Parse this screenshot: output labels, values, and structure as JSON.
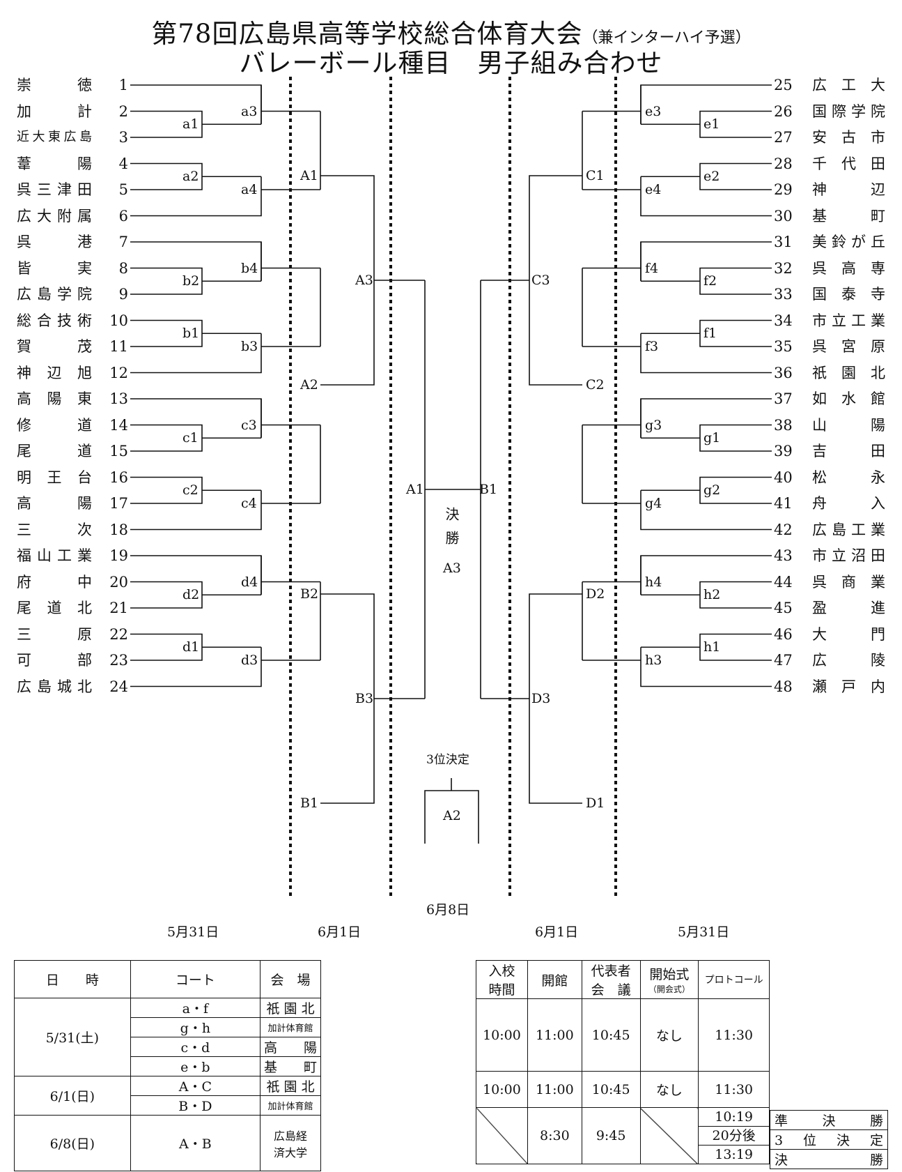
{
  "title": {
    "line1": "第78回広島県高等学校総合体育大会",
    "line1_note": "（兼インターハイ予選）",
    "line2": "バレーボール種目　男子組み合わせ"
  },
  "teams_left": [
    {
      "seed": "1",
      "name": "崇　　徳"
    },
    {
      "seed": "2",
      "name": "加　　計"
    },
    {
      "seed": "3",
      "name": "近大東広島"
    },
    {
      "seed": "4",
      "name": "葦　　陽"
    },
    {
      "seed": "5",
      "name": "呉三津田"
    },
    {
      "seed": "6",
      "name": "広大附属"
    },
    {
      "seed": "7",
      "name": "呉　　港"
    },
    {
      "seed": "8",
      "name": "皆　　実"
    },
    {
      "seed": "9",
      "name": "広島学院"
    },
    {
      "seed": "10",
      "name": "総合技術"
    },
    {
      "seed": "11",
      "name": "賀　　茂"
    },
    {
      "seed": "12",
      "name": "神 辺 旭"
    },
    {
      "seed": "13",
      "name": "高 陽 東"
    },
    {
      "seed": "14",
      "name": "修　　道"
    },
    {
      "seed": "15",
      "name": "尾　　道"
    },
    {
      "seed": "16",
      "name": "明 王 台"
    },
    {
      "seed": "17",
      "name": "高　　陽"
    },
    {
      "seed": "18",
      "name": "三　　次"
    },
    {
      "seed": "19",
      "name": "福山工業"
    },
    {
      "seed": "20",
      "name": "府　　中"
    },
    {
      "seed": "21",
      "name": "尾 道 北"
    },
    {
      "seed": "22",
      "name": "三　　原"
    },
    {
      "seed": "23",
      "name": "可　　部"
    },
    {
      "seed": "24",
      "name": "広島城北"
    }
  ],
  "teams_right": [
    {
      "seed": "25",
      "name": "広 工 大"
    },
    {
      "seed": "26",
      "name": "国際学院"
    },
    {
      "seed": "27",
      "name": "安 古 市"
    },
    {
      "seed": "28",
      "name": "千 代 田"
    },
    {
      "seed": "29",
      "name": "神　　辺"
    },
    {
      "seed": "30",
      "name": "基　　町"
    },
    {
      "seed": "31",
      "name": "美鈴が丘"
    },
    {
      "seed": "32",
      "name": "呉 高 専"
    },
    {
      "seed": "33",
      "name": "国 泰 寺"
    },
    {
      "seed": "34",
      "name": "市立工業"
    },
    {
      "seed": "35",
      "name": "呉 宮 原"
    },
    {
      "seed": "36",
      "name": "祇 園 北"
    },
    {
      "seed": "37",
      "name": "如 水 館"
    },
    {
      "seed": "38",
      "name": "山　　陽"
    },
    {
      "seed": "39",
      "name": "吉　　田"
    },
    {
      "seed": "40",
      "name": "松　　永"
    },
    {
      "seed": "41",
      "name": "舟　　入"
    },
    {
      "seed": "42",
      "name": "広島工業"
    },
    {
      "seed": "43",
      "name": "市立沼田"
    },
    {
      "seed": "44",
      "name": "呉 商 業"
    },
    {
      "seed": "45",
      "name": "盈　　進"
    },
    {
      "seed": "46",
      "name": "大　　門"
    },
    {
      "seed": "47",
      "name": "広　　陵"
    },
    {
      "seed": "48",
      "name": "瀬 戸 内"
    }
  ],
  "match_labels": {
    "a1": "a1",
    "a2": "a2",
    "a3": "a3",
    "a4": "a4",
    "b1": "b1",
    "b2": "b2",
    "b3": "b3",
    "b4": "b4",
    "c1": "c1",
    "c2": "c2",
    "c3": "c3",
    "c4": "c4",
    "d1": "d1",
    "d2": "d2",
    "d3": "d3",
    "d4": "d4",
    "e1": "e1",
    "e2": "e2",
    "e3": "e3",
    "e4": "e4",
    "f1": "f1",
    "f2": "f2",
    "f3": "f3",
    "f4": "f4",
    "g1": "g1",
    "g2": "g2",
    "g3": "g3",
    "g4": "g4",
    "h1": "h1",
    "h2": "h2",
    "h3": "h3",
    "h4": "h4",
    "A1": "A1",
    "A2": "A2",
    "A3": "A3",
    "B1": "B1",
    "B2": "B2",
    "B3": "B3",
    "C1": "C1",
    "C2": "C2",
    "C3": "C3",
    "D1": "D1",
    "D2": "D2",
    "D3": "D3",
    "SF_A1": "A1",
    "SF_B1": "B1",
    "final_label": "決勝",
    "final_code": "A3",
    "third_label": "3位決定",
    "third_code": "A2"
  },
  "dates": {
    "left_round1": "5月31日",
    "left_round2": "6月1日",
    "center": "6月8日",
    "right_round2": "6月1日",
    "right_round1": "5月31日"
  },
  "schedule_left": {
    "headers": [
      "日　　時",
      "コート",
      "会　場"
    ],
    "rows": [
      {
        "date": "5/31(土)",
        "courts": [
          {
            "court": "a・f",
            "venue": "祇 園 北"
          },
          {
            "court": "g・h",
            "venue": "加計体育館"
          },
          {
            "court": "c・d",
            "venue": "高　　陽"
          },
          {
            "court": "e・b",
            "venue": "基　　町"
          }
        ]
      },
      {
        "date": "6/1(日)",
        "courts": [
          {
            "court": "A・C",
            "venue": "祇 園 北"
          },
          {
            "court": "B・D",
            "venue": "加計体育館"
          }
        ]
      },
      {
        "date": "6/8(日)",
        "courts": [
          {
            "court": "A・B",
            "venue": "広島経済大学"
          }
        ]
      }
    ]
  },
  "schedule_right": {
    "headers": {
      "h1": "入校時間",
      "h2": "開館",
      "h3": "代表者会　議",
      "h4": "開始式",
      "h4_sub": "（開会式）",
      "h5": "プロトコール"
    },
    "rows": [
      {
        "c1": "10:00",
        "c2": "11:00",
        "c3": "10:45",
        "c4": "なし",
        "c5": "11:30"
      },
      {
        "c1": "10:00",
        "c2": "11:00",
        "c3": "10:45",
        "c4": "なし",
        "c5": "11:30"
      },
      {
        "c1": "",
        "c2": "8:30",
        "c3": "9:45",
        "c4": ""
      }
    ],
    "final_day_times": [
      {
        "time": "10:19",
        "event": "準　決　勝"
      },
      {
        "time": "20分後",
        "event": "3　位　決　定"
      },
      {
        "time": "13:19",
        "event": "決　　　勝"
      }
    ]
  }
}
